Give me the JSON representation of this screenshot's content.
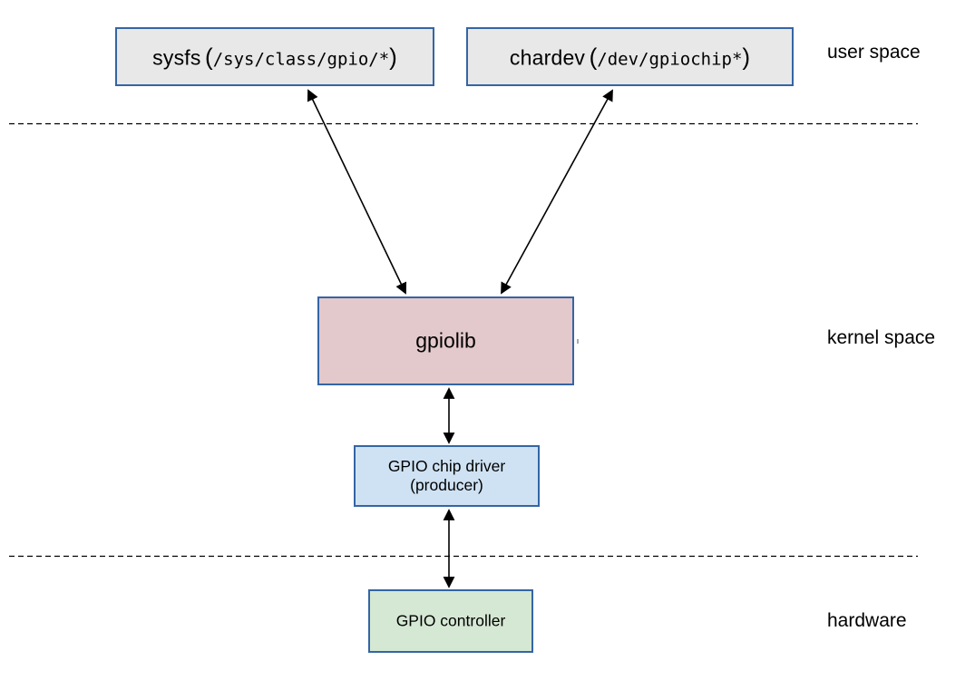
{
  "zones": {
    "user_space": "user space",
    "kernel_space": "kernel space",
    "hardware": "hardware"
  },
  "boxes": {
    "sysfs": {
      "name": "sysfs",
      "open_paren": "(",
      "path": "/sys/class/gpio/*",
      "close_paren": ")"
    },
    "chardev": {
      "name": "chardev",
      "open_paren": "(",
      "path": "/dev/gpiochip*",
      "close_paren": ")"
    },
    "gpiolib": {
      "label": "gpiolib"
    },
    "chip_driver": {
      "line1": "GPIO chip driver",
      "line2": "(producer)"
    },
    "controller": {
      "label": "GPIO controller"
    }
  },
  "colors": {
    "box_border": "#3465a4",
    "user_api_fill": "#e8e8e8",
    "gpiolib_fill": "#e3c9cc",
    "driver_fill": "#cfe2f3",
    "controller_fill": "#d5e8d4",
    "line_color": "#000000"
  }
}
